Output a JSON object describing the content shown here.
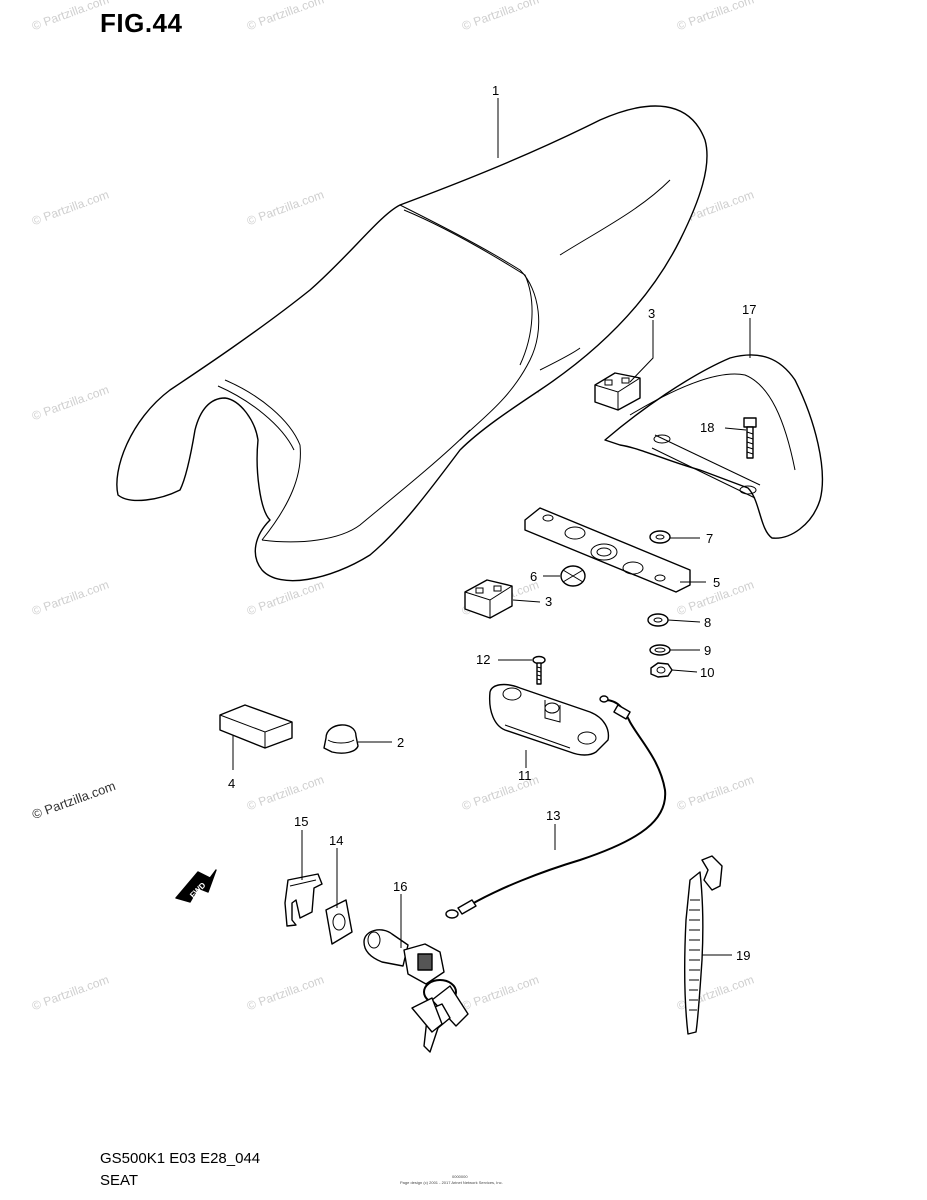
{
  "figure": {
    "title": "FIG.44",
    "model_code": "GS500K1 E03 E28_044",
    "section_name": "SEAT"
  },
  "watermark": {
    "text": "© Partzilla.com"
  },
  "credit": {
    "id_text": "0000000",
    "line": "Page design (c) 2001 - 2017 Arinet Network Services, Inc."
  },
  "fwd_label": "FWD",
  "callouts": {
    "c1": "1",
    "c2": "2",
    "c3a": "3",
    "c3b": "3",
    "c4": "4",
    "c5": "5",
    "c6": "6",
    "c7": "7",
    "c8": "8",
    "c9": "9",
    "c10": "10",
    "c11": "11",
    "c12": "12",
    "c13": "13",
    "c14": "14",
    "c15": "15",
    "c16": "16",
    "c17": "17",
    "c18": "18",
    "c19": "19"
  }
}
